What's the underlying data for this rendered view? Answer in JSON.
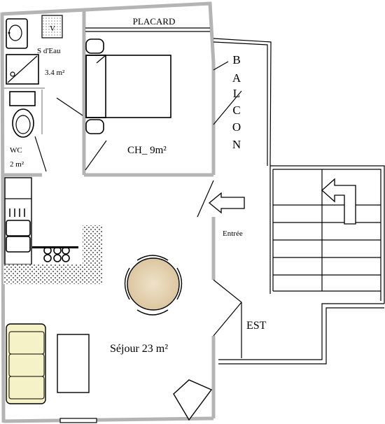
{
  "labels": {
    "placard": "PLACARD",
    "salle_eau": "S d'Eau",
    "salle_eau_area": "3.4 m²",
    "water_heater": "V",
    "wc": "WC",
    "wc_area": "2 m²",
    "chambre": "CH_ 9m²",
    "balcon": [
      "B",
      "A",
      "L",
      "C",
      "O",
      "N"
    ],
    "entree": "Entrée",
    "est": "EST",
    "sejour": "Séjour 23 m²"
  },
  "colors": {
    "wall": "#b4b4b4",
    "table": "#e6d3b3",
    "sofa": "#f5f2c8",
    "line": "#000000"
  }
}
